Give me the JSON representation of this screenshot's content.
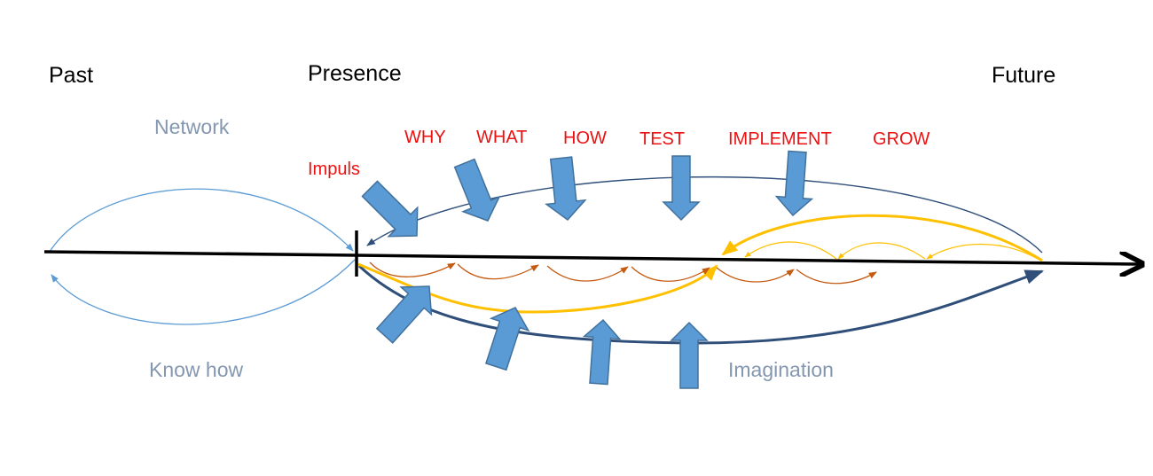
{
  "timeline": {
    "past": "Past",
    "presence": "Presence",
    "future": "Future"
  },
  "past_side": {
    "network": "Network",
    "know_how": "Know how"
  },
  "impulse": "Impuls",
  "stages": [
    "WHY",
    "WHAT",
    "HOW",
    "TEST",
    "IMPLEMENT",
    "GROW"
  ],
  "imagination": "Imagination",
  "colors": {
    "axis": "#000000",
    "time_labels": "#000000",
    "soft_labels": "#8497b0",
    "stage_labels": "#ee1111",
    "arrows_fill": "#5b9bd5",
    "arrows_edge": "#41719c",
    "past_loop": "#5b9bd5",
    "dark_loop": "#2f4f7a",
    "yellow_loop": "#ffc000",
    "orange_steps": "#c55a11"
  }
}
